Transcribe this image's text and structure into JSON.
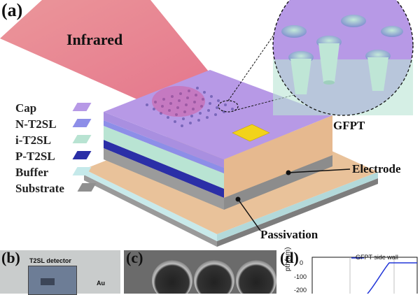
{
  "panel_a": {
    "label": "(a)",
    "infrared_label": "Infrared",
    "zoom_label": "GFPT",
    "legend": [
      {
        "label": "Cap",
        "color": "#b799e6"
      },
      {
        "label": "N-T2SL",
        "color": "#8d8ee8"
      },
      {
        "label": "i-T2SL",
        "color": "#b8e3d2"
      },
      {
        "label": "P-T2SL",
        "color": "#2a2ea6"
      },
      {
        "label": "Buffer",
        "color": "#c5e9ea"
      },
      {
        "label": "Substrate",
        "color": "#8f8f8f"
      }
    ],
    "electrode_label": "Electrode",
    "passivation_label": "Passivation"
  },
  "panel_b": {
    "label": "(b)",
    "detector_label": "T2SL detector",
    "au_label": "Au"
  },
  "panel_c": {
    "label": "(c)"
  },
  "panel_d": {
    "label": "(d)",
    "legend_label": "GFPT side wall",
    "y_axis_label": "pth(nm)",
    "y_ticks": [
      "0",
      "-100",
      "-200"
    ]
  },
  "colors": {
    "cap_top": "#b799e6",
    "cap_side": "#9d84d6",
    "passivation": "#e9c29a",
    "electrode": "#f2d31b",
    "beam": "#e0545b"
  }
}
